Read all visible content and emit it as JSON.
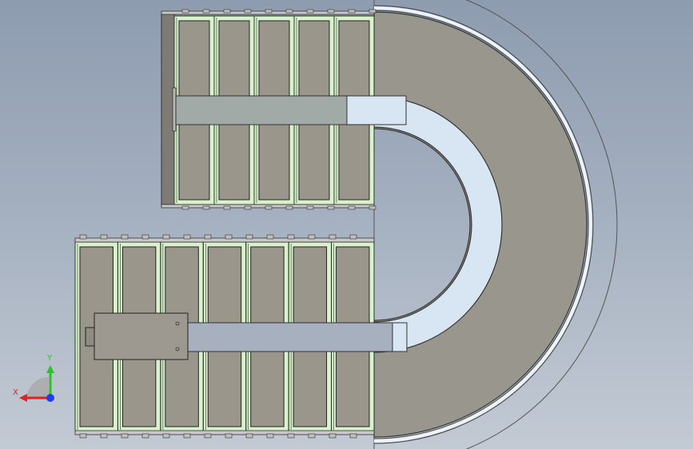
{
  "view": {
    "background_top": "#8e9cb0",
    "background_bottom": "#c3cad4"
  },
  "colors": {
    "roller_frame": "#d9f2cc",
    "roller_outline": "#2b3a2b",
    "roller_plate": "#9a968c",
    "curve_surface": "#99968d",
    "guide_rail": "#d7e6f2",
    "drive_bar_top": "#a1aaa7",
    "drive_bar_bottom": "#a6b0bf",
    "motor_housing": "#9d9990",
    "side_frame": "#7d7b74"
  },
  "assembly": {
    "top_straight_rollers": 5,
    "bottom_straight_rollers": 7,
    "curve_degrees": 180
  },
  "triad": {
    "x_label": "X",
    "y_label": "Y",
    "x_color": "#e0231c",
    "y_color": "#2fbf2f",
    "z_color": "#1e3fe6"
  }
}
